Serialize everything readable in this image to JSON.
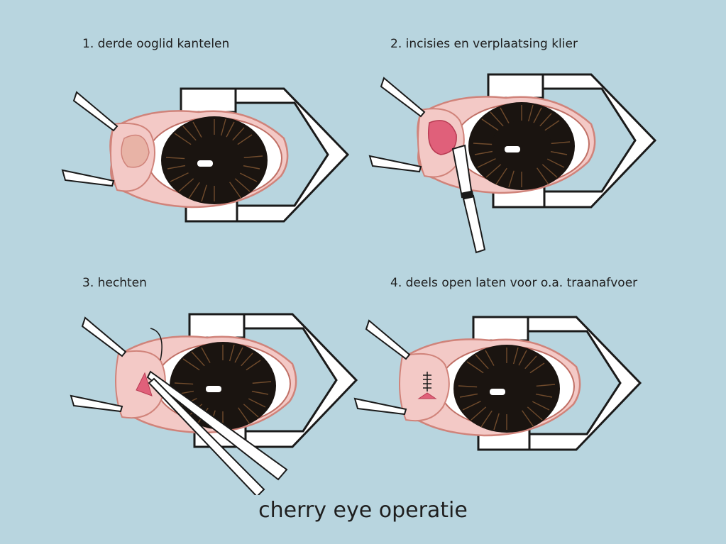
{
  "title": "cherry eye operatie",
  "steps": [
    {
      "label": "1. derde ooglid kantelen"
    },
    {
      "label": "2. incisies en verplaatsing klier"
    },
    {
      "label": "3. hechten"
    },
    {
      "label": "4. deels open laten voor o.a. traanafvoer"
    }
  ],
  "colors": {
    "background": "#b8d5df",
    "skin": "#f3c9c6",
    "skin_outline": "#d0837a",
    "iris_dark": "#1a1410",
    "iris_fibers": "#7a5230",
    "gland_red": "#e0607a",
    "instrument": "#ffffff"
  }
}
